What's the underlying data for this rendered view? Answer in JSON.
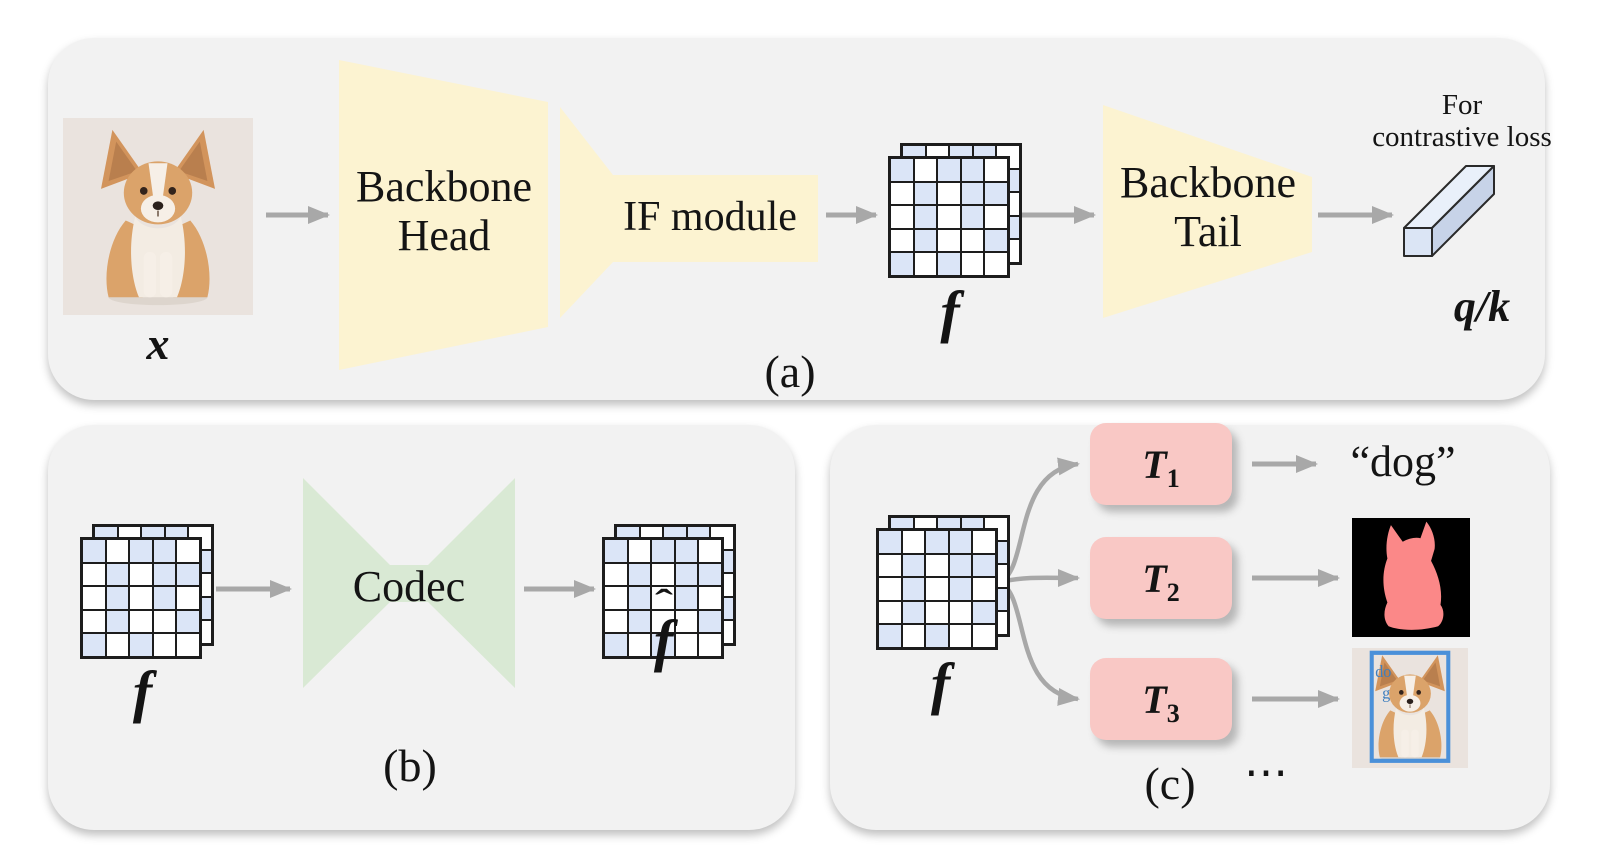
{
  "colors": {
    "panel_bg": "#f2f2f2",
    "module_yellow": "#fcf3d1",
    "codec_green": "#d9e9d4",
    "task_pink": "#f9c8c5",
    "cell_blue": "#dbe5f7",
    "cell_white": "#ffffff",
    "arrow_gray": "#a8a8a8",
    "mask_pink": "#fb8888",
    "bbox_blue": "#4a90d9",
    "ink": "#141414"
  },
  "feature_map": {
    "pattern": [
      [
        "B",
        "W",
        "B",
        "B",
        "W"
      ],
      [
        "W",
        "B",
        "W",
        "B",
        "B"
      ],
      [
        "W",
        "B",
        "W",
        "B",
        "W"
      ],
      [
        "W",
        "B",
        "W",
        "W",
        "B"
      ],
      [
        "B",
        "W",
        "B",
        "W",
        "W"
      ]
    ]
  },
  "panel_a": {
    "caption": "(a)",
    "input_label": "x",
    "backbone_head_line1": "Backbone",
    "backbone_head_line2": "Head",
    "if_module_label": "IF module",
    "feature_label": "f",
    "backbone_tail_line1": "Backbone",
    "backbone_tail_line2": "Tail",
    "loss_note_line1": "For",
    "loss_note_line2": "contrastive loss",
    "output_label": "q/k"
  },
  "panel_b": {
    "caption": "(b)",
    "input_label": "f",
    "codec_label": "Codec",
    "output_hat": "ˆ",
    "output_base": "f"
  },
  "panel_c": {
    "caption": "(c)",
    "input_label": "f",
    "tasks": [
      {
        "letter": "T",
        "sub": "1"
      },
      {
        "letter": "T",
        "sub": "2"
      },
      {
        "letter": "T",
        "sub": "3"
      }
    ],
    "class_output": "“dog”",
    "det_tag_line1": "do",
    "det_tag_line2": "g",
    "ellipsis": "⋯"
  }
}
